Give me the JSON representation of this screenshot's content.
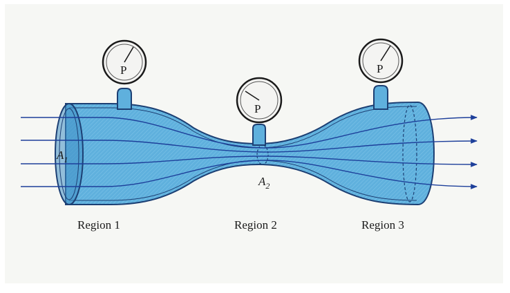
{
  "diagram": {
    "gauges": [
      {
        "letter": "P"
      },
      {
        "letter": "P"
      },
      {
        "letter": "P"
      }
    ],
    "areas": {
      "a1": {
        "symbol": "A",
        "subscript": "1"
      },
      "a2": {
        "symbol": "A",
        "subscript": "2"
      }
    },
    "regions": [
      "Region 1",
      "Region 2",
      "Region 3"
    ],
    "colors": {
      "fluid": "#5fb0dd",
      "fluid_dark": "#3f8fc4",
      "outline": "#1c3f73",
      "streamline": "#1d3f9a",
      "gauge_face": "#f4f4f2",
      "background": "#f6f7f4"
    }
  }
}
